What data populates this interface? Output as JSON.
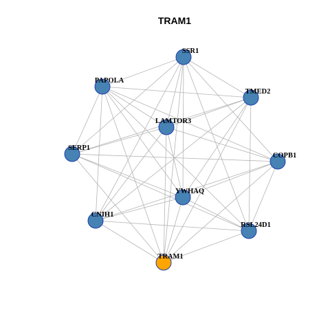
{
  "title": "TRAM1",
  "colors": {
    "node_fill": "#4682b4",
    "node_stroke": "#1f3fa8",
    "highlight_fill": "#ffa500",
    "edge": "#b4b4b4"
  },
  "nodes": [
    {
      "id": "SSR1",
      "label": "SSR1",
      "highlight": false
    },
    {
      "id": "PAPOLA",
      "label": "PAPOLA",
      "highlight": false
    },
    {
      "id": "TMED2",
      "label": "TMED2",
      "highlight": false
    },
    {
      "id": "LAMTOR3",
      "label": "LAMTOR3",
      "highlight": false
    },
    {
      "id": "SERP1",
      "label": "SERP1",
      "highlight": false
    },
    {
      "id": "COPB1",
      "label": "COPB1",
      "highlight": false
    },
    {
      "id": "YWHAQ",
      "label": "YWHAQ",
      "highlight": false
    },
    {
      "id": "CNIH1",
      "label": "CNIH1",
      "highlight": false
    },
    {
      "id": "RSL24D1",
      "label": "RSL24D1",
      "highlight": false
    },
    {
      "id": "TRAM1",
      "label": "TRAM1",
      "highlight": true
    }
  ],
  "edges": [
    [
      "SSR1",
      "PAPOLA"
    ],
    [
      "SSR1",
      "TMED2"
    ],
    [
      "SSR1",
      "LAMTOR3"
    ],
    [
      "SSR1",
      "SERP1"
    ],
    [
      "SSR1",
      "COPB1"
    ],
    [
      "SSR1",
      "YWHAQ"
    ],
    [
      "SSR1",
      "CNIH1"
    ],
    [
      "SSR1",
      "RSL24D1"
    ],
    [
      "SSR1",
      "TRAM1"
    ],
    [
      "PAPOLA",
      "TMED2"
    ],
    [
      "PAPOLA",
      "LAMTOR3"
    ],
    [
      "PAPOLA",
      "SERP1"
    ],
    [
      "PAPOLA",
      "COPB1"
    ],
    [
      "PAPOLA",
      "YWHAQ"
    ],
    [
      "PAPOLA",
      "CNIH1"
    ],
    [
      "PAPOLA",
      "RSL24D1"
    ],
    [
      "PAPOLA",
      "TRAM1"
    ],
    [
      "TMED2",
      "LAMTOR3"
    ],
    [
      "TMED2",
      "SERP1"
    ],
    [
      "TMED2",
      "YWHAQ"
    ],
    [
      "TMED2",
      "CNIH1"
    ],
    [
      "TMED2",
      "RSL24D1"
    ],
    [
      "TMED2",
      "TRAM1"
    ],
    [
      "LAMTOR3",
      "SERP1"
    ],
    [
      "LAMTOR3",
      "COPB1"
    ],
    [
      "LAMTOR3",
      "YWHAQ"
    ],
    [
      "LAMTOR3",
      "CNIH1"
    ],
    [
      "LAMTOR3",
      "TRAM1"
    ],
    [
      "SERP1",
      "COPB1"
    ],
    [
      "SERP1",
      "YWHAQ"
    ],
    [
      "SERP1",
      "RSL24D1"
    ],
    [
      "SERP1",
      "TRAM1"
    ],
    [
      "COPB1",
      "YWHAQ"
    ],
    [
      "COPB1",
      "CNIH1"
    ],
    [
      "COPB1",
      "RSL24D1"
    ],
    [
      "COPB1",
      "TRAM1"
    ],
    [
      "YWHAQ",
      "CNIH1"
    ],
    [
      "YWHAQ",
      "RSL24D1"
    ],
    [
      "YWHAQ",
      "TRAM1"
    ],
    [
      "CNIH1",
      "RSL24D1"
    ],
    [
      "CNIH1",
      "TRAM1"
    ],
    [
      "RSL24D1",
      "TRAM1"
    ]
  ]
}
